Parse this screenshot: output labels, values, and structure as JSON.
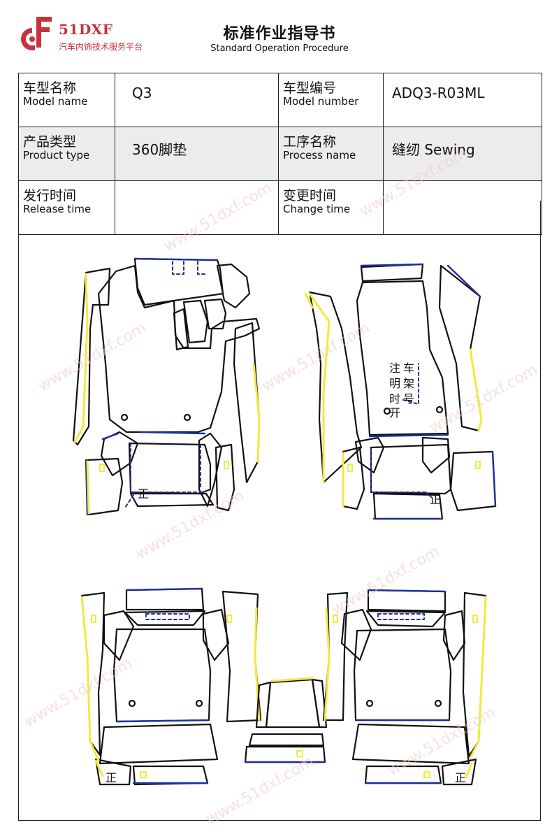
{
  "header": {
    "brand_logo_text": "51DXF",
    "brand_tagline": "汽车内饰技术服务平台",
    "title": "标准作业指导书",
    "subtitle": "Standard Operation Procedure"
  },
  "info_table": {
    "model_name_zh": "车型名称",
    "model_name_en": "Model name",
    "model_name_value": "Q3",
    "model_number_zh": "车型编号",
    "model_number_en": "Model number",
    "model_number_value": "ADQ3-R03ML",
    "product_type_zh": "产品类型",
    "product_type_en": "Product type",
    "product_type_value": "360脚垫",
    "process_name_zh": "工序名称",
    "process_name_en": "Process name",
    "process_name_value": "缝纫 Sewing",
    "release_time_zh": "发行时间",
    "release_time_en": "Release time",
    "release_time_value": "",
    "change_time_zh": "变更时间",
    "change_time_en": "Change time",
    "change_time_value": ""
  },
  "drawing": {
    "note_chars": [
      "注",
      "明",
      "时",
      "开",
      "车",
      "架",
      "号"
    ],
    "upright_mark": "正",
    "watermark_text": "www.51dxf.com",
    "colors": {
      "outline": "#111111",
      "blue_edge": "#1f2f9a",
      "yellow_edge": "#f2ea3c",
      "brand_red": "#c8323c"
    }
  }
}
